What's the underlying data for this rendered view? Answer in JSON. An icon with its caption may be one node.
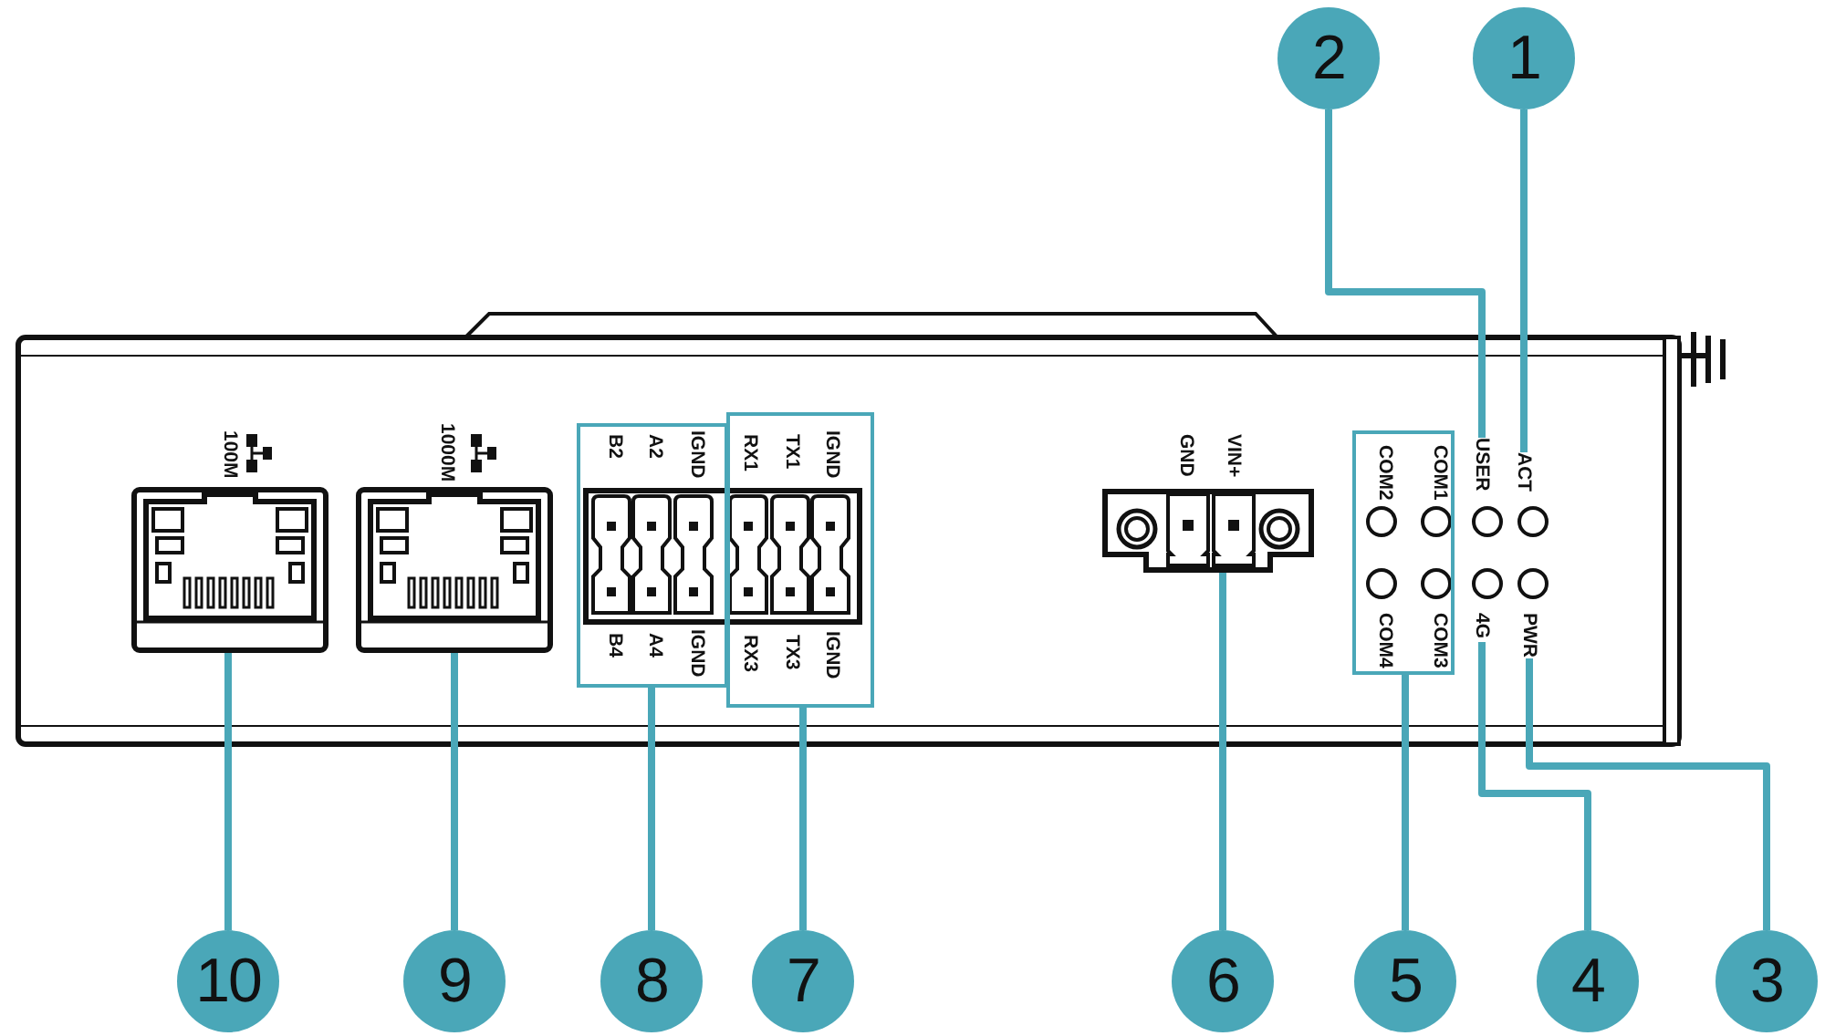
{
  "diagram": {
    "nodes": [
      {
        "text": [
          "2"
        ]
      },
      {
        "text": [
          "1"
        ]
      },
      {
        "text": [],
        "shape": "picture",
        "beside": [
          "100M"
        ]
      },
      {
        "text": [],
        "shape": "picture",
        "beside": [
          "1000M"
        ]
      },
      {
        "text": [
          "B2",
          "A2",
          "IGND",
          "B4",
          "A4",
          "IGND"
        ]
      },
      {
        "text": [
          "RX1",
          "TX1",
          "IGND",
          "RX3",
          "TX3",
          "IGND"
        ]
      },
      {
        "text": [],
        "shape": "picture",
        "beside": [
          "GND",
          "VIN+"
        ]
      },
      {
        "text": [
          "COM2",
          "COM1",
          "COM4",
          "COM3"
        ]
      },
      {
        "text": [
          "USER"
        ]
      },
      {
        "text": [
          "ACT"
        ]
      },
      {
        "text": [
          "4G"
        ]
      },
      {
        "text": [
          "PWR"
        ]
      },
      {
        "text": [
          "10"
        ]
      },
      {
        "text": [
          "9"
        ]
      },
      {
        "text": [
          "8"
        ]
      },
      {
        "text": [
          "7"
        ]
      },
      {
        "text": [
          "6"
        ]
      },
      {
        "text": [
          "5"
        ]
      },
      {
        "text": [
          "4"
        ]
      },
      {
        "text": [
          "3"
        ]
      }
    ],
    "edges": [
      {
        "from": 0,
        "to": 8,
        "arrow": "none"
      },
      {
        "from": 1,
        "to": 9,
        "arrow": "none"
      },
      {
        "from": 12,
        "to": 2,
        "arrow": "none"
      },
      {
        "from": 13,
        "to": 3,
        "arrow": "none"
      },
      {
        "from": 14,
        "to": 4,
        "arrow": "none"
      },
      {
        "from": 15,
        "to": 5,
        "arrow": "none"
      },
      {
        "from": 16,
        "to": 6,
        "arrow": "none"
      },
      {
        "from": 17,
        "to": 7,
        "arrow": "none"
      },
      {
        "from": 18,
        "to": 10,
        "arrow": "none"
      },
      {
        "from": 19,
        "to": 11,
        "arrow": "none"
      }
    ]
  }
}
